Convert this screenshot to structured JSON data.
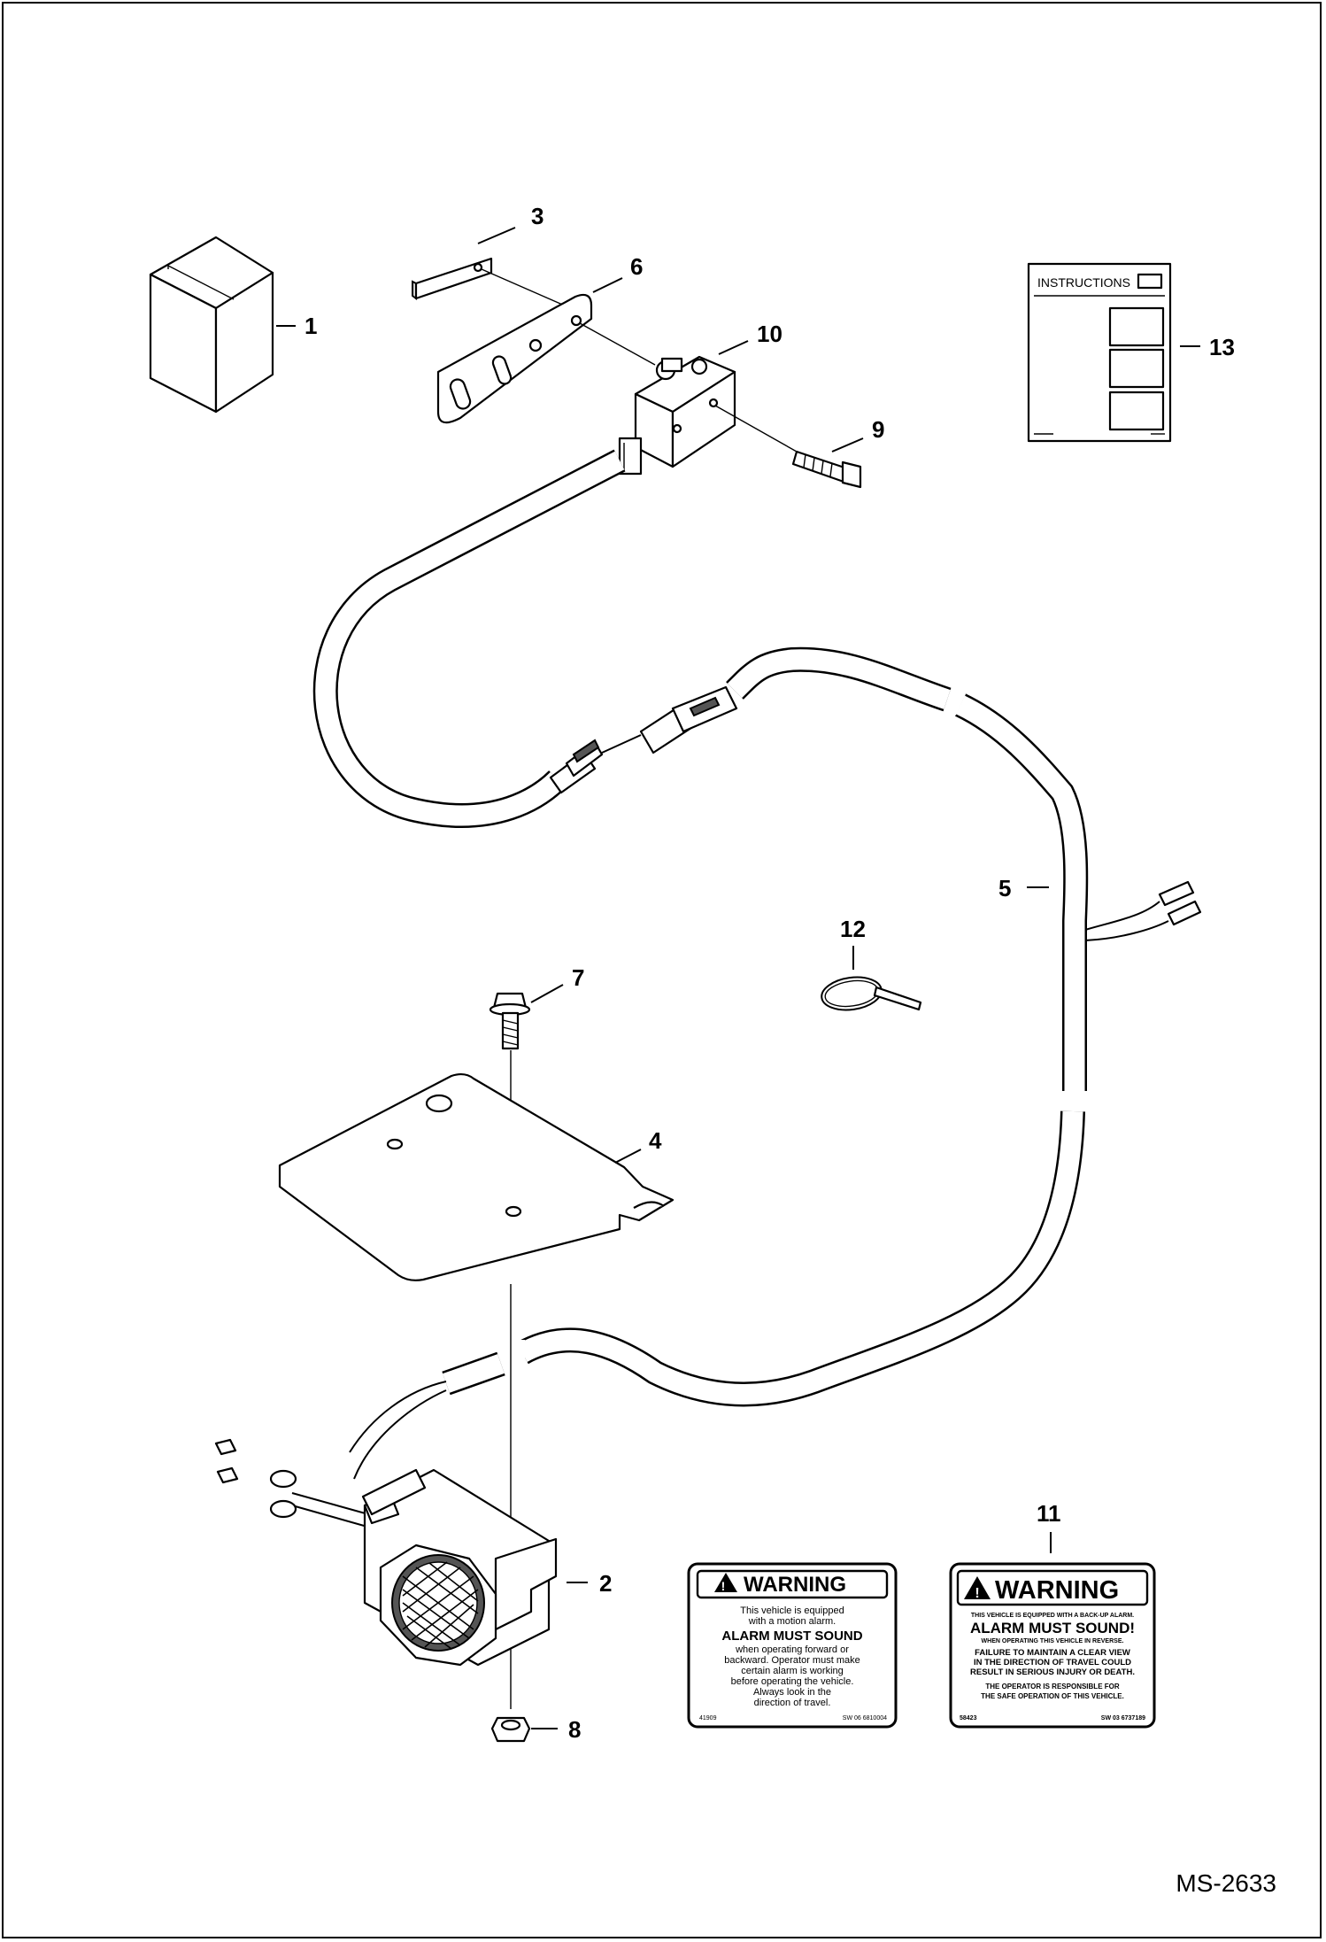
{
  "drawing_code": "MS-2633",
  "callouts": [
    "1",
    "2",
    "3",
    "4",
    "5",
    "6",
    "7",
    "8",
    "9",
    "10",
    "11",
    "12",
    "13"
  ],
  "instructions_sheet": {
    "title": "INSTRUCTIONS"
  },
  "decal_left": {
    "header": "WARNING",
    "lines": [
      "This vehicle is equipped",
      "with a motion alarm."
    ],
    "emphasis": "ALARM MUST SOUND",
    "body": [
      "when operating forward or",
      "backward.  Operator must make",
      "certain alarm is working",
      "before operating the vehicle.",
      "Always look in the",
      "direction of travel."
    ],
    "code_left": "41909",
    "code_right": "SW 06 6810004"
  },
  "decal_right": {
    "header": "WARNING",
    "line1": "THIS VEHICLE IS EQUIPPED WITH A BACK-UP ALARM.",
    "emphasis": "ALARM MUST SOUND!",
    "line2": "WHEN OPERATING THIS VEHICLE IN REVERSE.",
    "body_bold": [
      "FAILURE TO MAINTAIN A CLEAR VIEW",
      "IN THE DIRECTION OF TRAVEL COULD",
      "RESULT IN SERIOUS INJURY OR DEATH."
    ],
    "body": [
      "THE OPERATOR IS RESPONSIBLE FOR",
      "THE SAFE OPERATION OF THIS VEHICLE."
    ],
    "code_left": "58423",
    "code_right": "SW 03 6737189"
  }
}
